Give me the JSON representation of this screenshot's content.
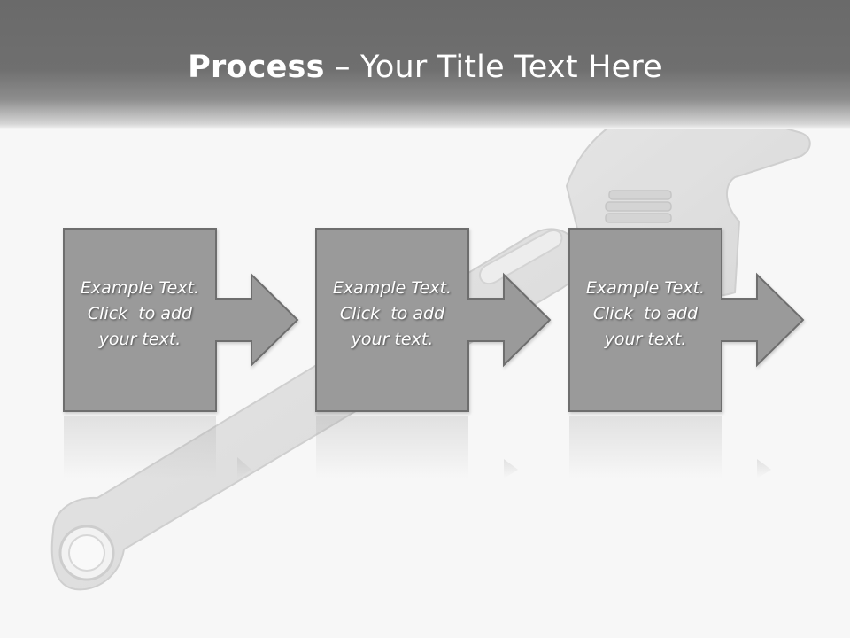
{
  "slide": {
    "title_bold": "Process",
    "title_rest": " – Your Title Text Here"
  },
  "steps": [
    {
      "line1": "Example Text.",
      "line2": "Click  to add",
      "line3": "your text."
    },
    {
      "line1": "Example Text.",
      "line2": "Click  to add",
      "line3": "your text."
    },
    {
      "line1": "Example Text.",
      "line2": "Click  to add",
      "line3": "your text."
    }
  ],
  "colors": {
    "header": "#6f6f6f",
    "box_fill": "#9a9a9a",
    "box_border": "#6e6e6e",
    "background": "#f7f7f7"
  }
}
